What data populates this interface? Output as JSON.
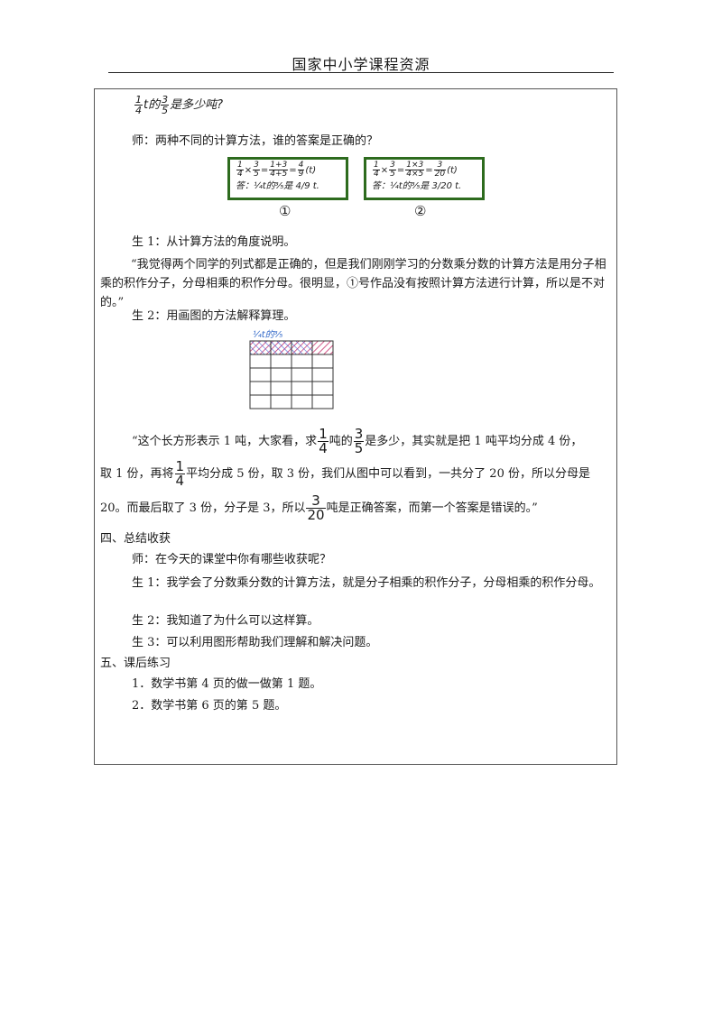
{
  "header": {
    "title": "国家中小学课程资源"
  },
  "question": {
    "a_num": "1",
    "a_den": "4",
    "unit_t": "t的",
    "b_num": "3",
    "b_den": "5",
    "tail": "是多少吨?"
  },
  "teacher_q1": "师：两种不同的计算方法，谁的答案是正确的？",
  "work1": {
    "f1n": "1",
    "f1d": "4",
    "times": "×",
    "f2n": "3",
    "f2d": "5",
    "eq": "=",
    "f3n": "1+3",
    "f3d": "4+5",
    "f4n": "4",
    "f4d": "9",
    "unit": "(t)",
    "answer": "答：¼t的⅗是 4/9 t.",
    "label": "①"
  },
  "work2": {
    "f1n": "1",
    "f1d": "4",
    "times": "×",
    "f2n": "3",
    "f2d": "5",
    "eq": "=",
    "f3n": "1×3",
    "f3d": "4×5",
    "f4n": "3",
    "f4d": "20",
    "unit": "(t)",
    "answer": "答：¼t的⅗是 3/20 t.",
    "label": "②"
  },
  "student1_intro": "生 1：从计算方法的角度说明。",
  "student1_quote": "“我觉得两个同学的列式都是正确的，但是我们刚刚学习的分数乘分数的计算方法是用分子相乘的积作分子，分母相乘的积作分母。很明显，①号作品没有按照计算方法进行计算，所以是不对的。”",
  "student2_intro": "生 2：用画图的方法解释算理。",
  "diagram": {
    "label": "¼t的⅗",
    "cols": 4,
    "rows": 5,
    "shaded_rows": 1,
    "shaded_cols": 3,
    "hatch_color": "#c2185b",
    "grid_color": "#333333"
  },
  "explain": {
    "l1_a": "“这个长方形表示 1 吨，大家看，求",
    "l1_fn": "1",
    "l1_fd": "4",
    "l1_b": "吨的",
    "l1_gn": "3",
    "l1_gd": "5",
    "l1_c": "是多少，其实就是把 1 吨平均分成 4 份，",
    "l2_a": "取 1 份，再将",
    "l2_fn": "1",
    "l2_fd": "4",
    "l2_b": "平均分成 5 份，取 3 份，我们从图中可以看到，一共分了 20 份，所以分母是",
    "l3_a": "20。而最后取了 3 份，分子是 3，所以",
    "l3_fn": "3",
    "l3_fd": "20",
    "l3_b": "吨是正确答案，而第一个答案是错误的。”"
  },
  "section4": {
    "heading": "四、总结收获",
    "teacher": "师：在今天的课堂中你有哪些收获呢？",
    "s1": "生 1：我学会了分数乘分数的计算方法，就是分子相乘的积作分子，分母相乘的积作分母。",
    "s2": "生 2：我知道了为什么可以这样算。",
    "s3": "生 3：可以利用图形帮助我们理解和解决问题。"
  },
  "section5": {
    "heading": "五、课后练习",
    "item1": "1．数学书第 4 页的做一做第 1 题。",
    "item2": "2．数学书第 6 页的第 5 题。"
  }
}
